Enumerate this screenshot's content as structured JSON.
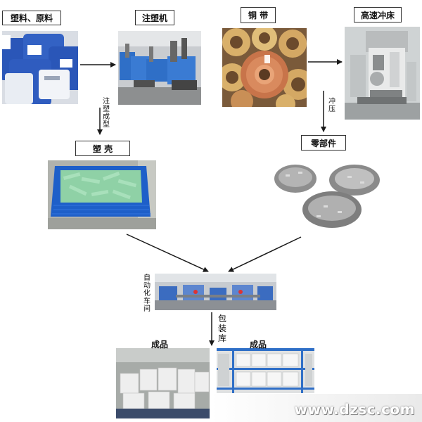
{
  "labels": {
    "raw_material": "塑料、原料",
    "injection_machine": "注塑机",
    "copper_strip": "铜 带",
    "high_speed_press": "高速冲床",
    "plastic_shell": "塑 壳",
    "parts": "零部件",
    "injection_molding": "注塑成型",
    "stamping": "冲压",
    "automated_workshop": "自动化车间",
    "packaging_warehouse": "包装库",
    "finished_left": "成品",
    "finished_right": "成品"
  },
  "watermark": "www.dzsc.com",
  "colors": {
    "arrow": "#1a1a1a",
    "label_border": "#333333",
    "bag_blue": "#2a56b8",
    "machine_blue": "#2f6fc7",
    "copper": "#c8744a",
    "basket_blue": "#1e5fc9",
    "plastic_green": "#8fd1a6",
    "metal": "#9c9c9c"
  }
}
